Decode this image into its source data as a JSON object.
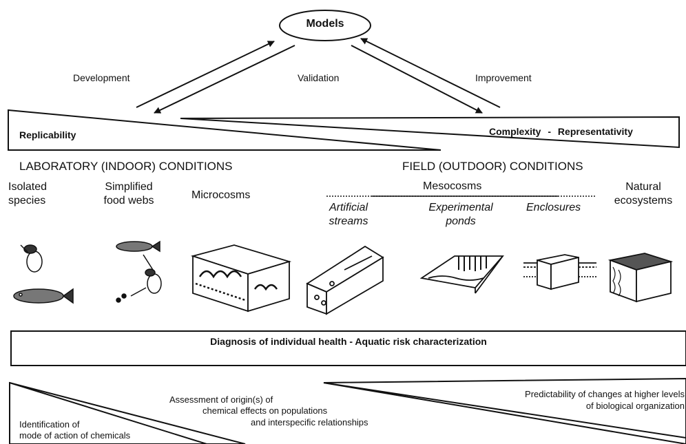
{
  "models": "Models",
  "arrows": {
    "development": "Development",
    "validation": "Validation",
    "improvement": "Improvement"
  },
  "top_wedge": {
    "left": "Replicability",
    "right_a": "Complexity",
    "sep": "-",
    "right_b": "Representativity"
  },
  "conditions": {
    "laboratory": "LABORATORY (INDOOR) CONDITIONS",
    "field": "FIELD (OUTDOOR) CONDITIONS"
  },
  "systems": {
    "isolated": [
      "Isolated",
      "species"
    ],
    "simplified": [
      "Simplified",
      "food webs"
    ],
    "microcosms": "Microcosms",
    "mesocosms": "Mesocosms",
    "artificial": [
      "Artificial",
      "streams"
    ],
    "ponds": [
      "Experimental",
      "ponds"
    ],
    "enclosures": "Enclosures",
    "natural": [
      "Natural",
      "ecosystems"
    ]
  },
  "diagnosis": "Diagnosis of individual health - Aquatic risk characterization",
  "bottom": {
    "identification": [
      "Identification of",
      "mode of action of chemicals"
    ],
    "assessment": [
      "Assessment of origin(s) of",
      "chemical effects on populations",
      "and interspecific relationships"
    ],
    "predictability": [
      "Predictability of changes at higher levels",
      "of biological organization"
    ]
  }
}
